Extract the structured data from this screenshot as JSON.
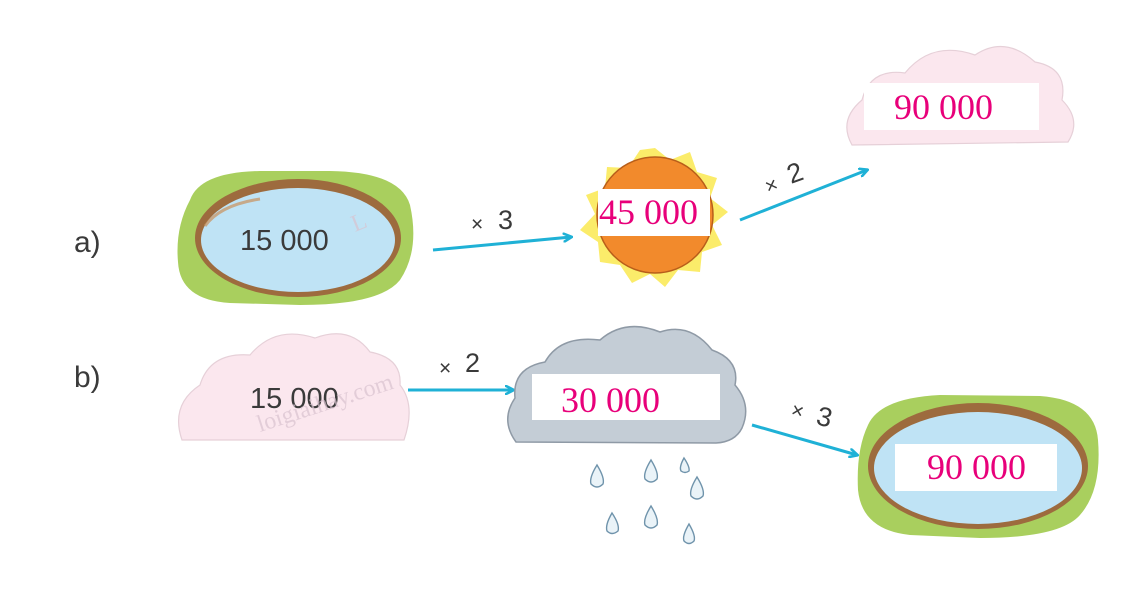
{
  "row_a": {
    "label": "a)",
    "start_value": "15 000",
    "step1": {
      "sign": "×",
      "factor": "3",
      "answer": "45 000"
    },
    "step2": {
      "sign": "×",
      "factor": "2",
      "answer": "90 000"
    }
  },
  "row_b": {
    "label": "b)",
    "start_value": "15 000",
    "step1": {
      "sign": "×",
      "factor": "2",
      "answer": "30 000"
    },
    "step2": {
      "sign": "×",
      "factor": "3",
      "answer": "90 000"
    }
  },
  "watermark": {
    "text": "loigiaihay.com"
  },
  "colors": {
    "answer_text": "#e8007a",
    "arrow": "#1fb1d6",
    "pond_water": "#bfe3f5",
    "pond_rim": "#9d6b3e",
    "grass": "#a9cf5e",
    "sun_core": "#f28a2c",
    "sun_rays": "#fbec6a",
    "pink_cloud": "#fbe7ee",
    "rain_cloud": "#c4cdd6",
    "rain_drop": "#7fa5bf"
  }
}
